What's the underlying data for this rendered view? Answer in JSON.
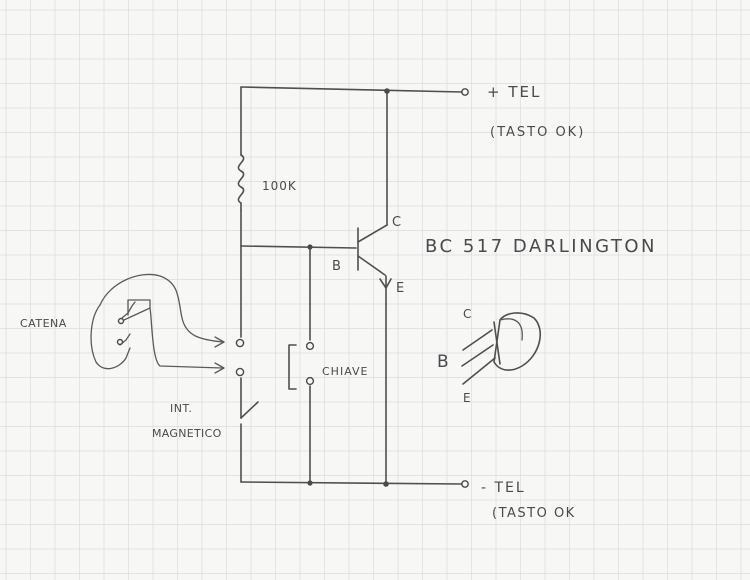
{
  "labels": {
    "tel_plus": "+ TEL",
    "tel_plus_note": "(TASTO OK)",
    "tel_minus": "- TEL",
    "tel_minus_note": "(TASTO OK",
    "resistor": "100K",
    "collector": "C",
    "base": "B",
    "emitter": "E",
    "transistor": "BC 517 DARLINGTON",
    "catena": "CATENA",
    "chiave": "CHIAVE",
    "int_line1": "INT.",
    "int_line2": "MAGNETICO",
    "pin_c": "C",
    "pin_b": "B",
    "pin_e": "E"
  },
  "colors": {
    "paper": "#f7f7f5",
    "grid": "#d9dde0",
    "pencil": "#4a4a4a"
  }
}
